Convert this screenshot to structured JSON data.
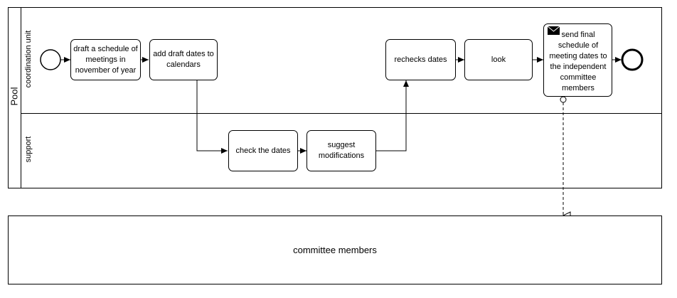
{
  "pool": {
    "label": "Pool",
    "lanes": [
      {
        "id": "coordination",
        "label": "coordination unit"
      },
      {
        "id": "support",
        "label": "support"
      }
    ]
  },
  "tasks": {
    "draft_schedule": "draft a schedule of meetings in november of year",
    "add_draft_dates": "add draft dates to calendars",
    "rechecks_dates": "rechecks dates",
    "look": "look",
    "send_final_schedule": "send final schedule of meeting dates to the independent committee members",
    "check_dates": "check the dates",
    "suggest_modifications": "suggest modifications"
  },
  "external_participant": {
    "label": "committee members"
  },
  "events": {
    "start": "start-event",
    "end": "end-event"
  },
  "icons": {
    "send_task": "envelope-icon"
  }
}
